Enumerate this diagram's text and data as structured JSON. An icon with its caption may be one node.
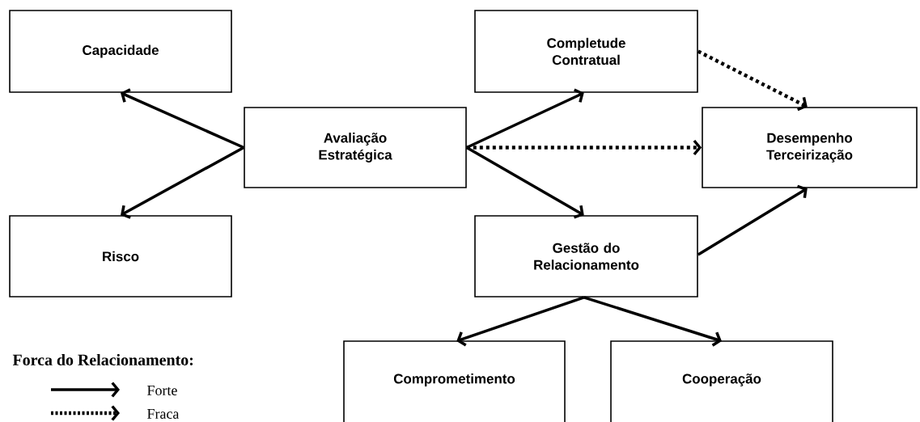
{
  "diagram": {
    "nodes": [
      {
        "text": [
          "Capacidade"
        ]
      },
      {
        "text": [
          "Completude Contratual"
        ]
      },
      {
        "text": [
          "Avaliação Estratégica"
        ]
      },
      {
        "text": [
          "Desempenho Terceirização"
        ]
      },
      {
        "text": [
          "Risco"
        ]
      },
      {
        "text": [
          "Gestão do Relacionamento"
        ]
      },
      {
        "text": [
          "Comprometimento"
        ]
      },
      {
        "text": [
          "Cooperação"
        ]
      }
    ],
    "edges": [
      {
        "from": 2,
        "to": 0,
        "arrow": "to"
      },
      {
        "from": 2,
        "to": 4,
        "arrow": "to"
      },
      {
        "from": 2,
        "to": 1,
        "arrow": "to"
      },
      {
        "from": 2,
        "to": 3,
        "arrow": "to",
        "style": "dashed"
      },
      {
        "from": 2,
        "to": 5,
        "arrow": "to"
      },
      {
        "from": 1,
        "to": 3,
        "arrow": "to",
        "style": "dashed"
      },
      {
        "from": 5,
        "to": 3,
        "arrow": "to"
      },
      {
        "from": 5,
        "to": 6,
        "arrow": "to"
      },
      {
        "from": 5,
        "to": 7,
        "arrow": "to"
      }
    ],
    "labels": [
      "Forca do Relacionamento:"
    ],
    "legend": [
      {
        "text": "Forte"
      },
      {
        "text": "Fraca"
      }
    ]
  }
}
